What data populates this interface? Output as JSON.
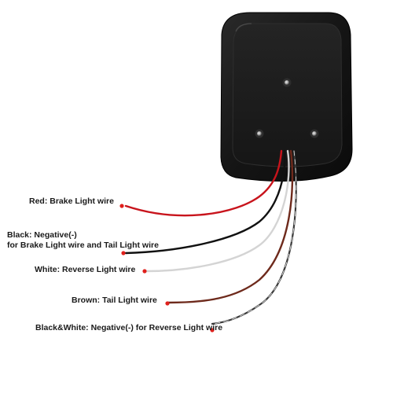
{
  "labels": {
    "red": "Red: Brake Light wire",
    "black_line1": "Black: Negative(-)",
    "black_line2": "for Brake Light wire and Tail Light wire",
    "white": "White: Reverse Light wire",
    "brown": "Brown: Tail Light wire",
    "black_white": "Black&White: Negative(-) for Reverse Light wire"
  },
  "colors": {
    "background": "#ffffff",
    "lamp_body": "#141414",
    "lamp_face": "#1c1c1c",
    "wire_red": "#c8141c",
    "wire_black": "#111111",
    "wire_white": "#d8d8d8",
    "wire_brown": "#6e2a1c",
    "wire_black_white": "#3a3a3a",
    "pointer_dot": "#e0201c",
    "label_text": "#1a1a1a"
  }
}
